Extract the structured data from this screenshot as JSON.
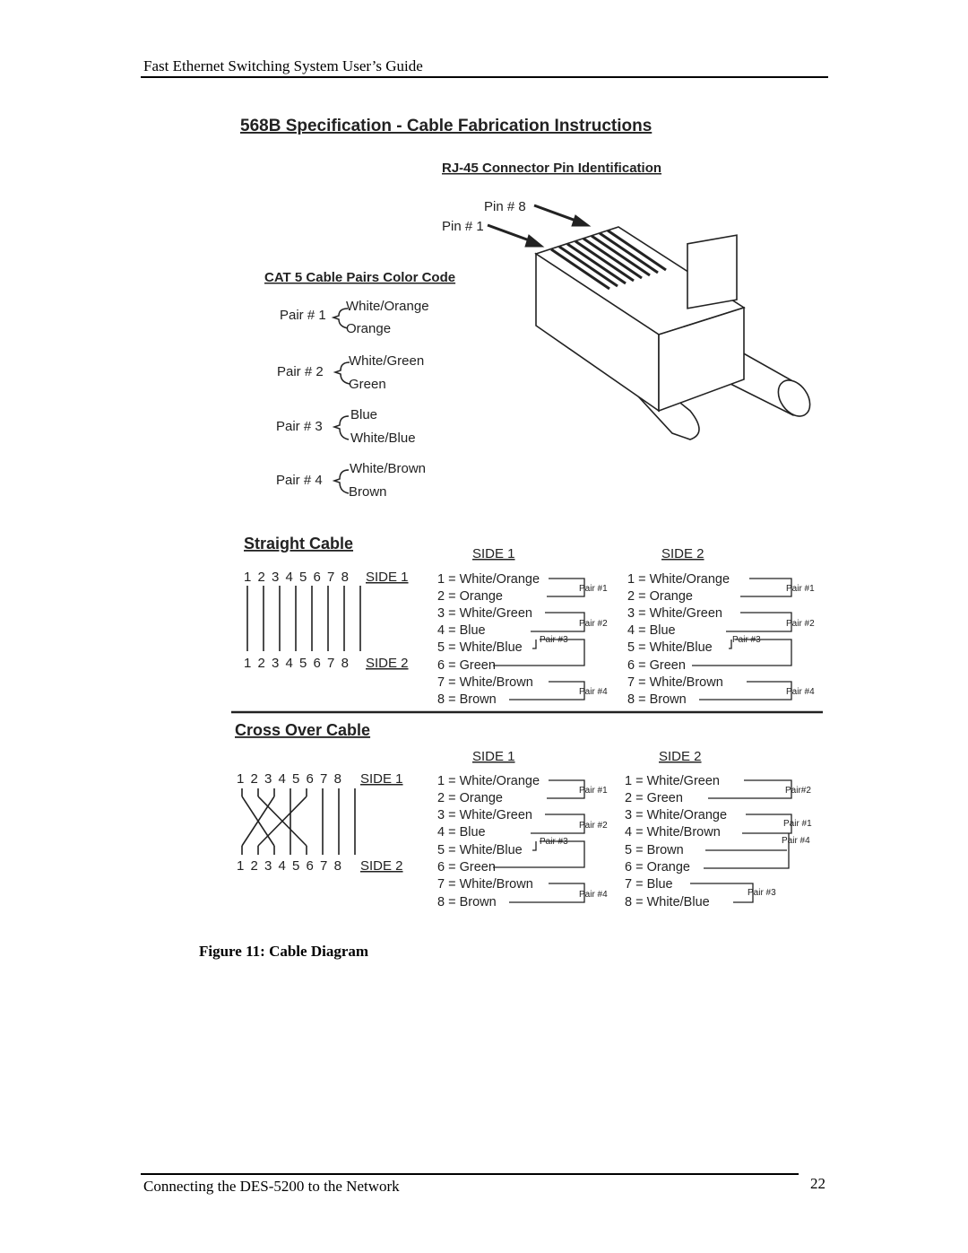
{
  "header": {
    "title": "Fast Ethernet Switching System User’s Guide"
  },
  "figure": {
    "title": "568B Specification - Cable Fabrication Instructions",
    "connector_title": "RJ-45 Connector Pin Identification",
    "pin8": "Pin # 8",
    "pin1": "Pin # 1",
    "color_code_title": "CAT 5 Cable Pairs Color Code",
    "pairs": [
      {
        "label": "Pair # 1",
        "a": "White/Orange",
        "b": "Orange"
      },
      {
        "label": "Pair # 2",
        "a": "White/Green",
        "b": "Green"
      },
      {
        "label": "Pair # 3",
        "a": "Blue",
        "b": "White/Blue"
      },
      {
        "label": "Pair # 4",
        "a": "White/Brown",
        "b": "Brown"
      }
    ],
    "straight": {
      "title": "Straight Cable",
      "pins": "1 2 3 4 5 6 7 8",
      "side1_label": "SIDE 1",
      "side2_label": "SIDE 2",
      "side1_header": "SIDE 1",
      "side2_header": "SIDE 2",
      "side1": [
        "1 = White/Orange",
        "2 = Orange",
        "3 = White/Green",
        "4 = Blue",
        "5 = White/Blue",
        "6 = Green",
        "7 = White/Brown",
        "8 = Brown"
      ],
      "side2": [
        "1 = White/Orange",
        "2 = Orange",
        "3 = White/Green",
        "4 = Blue",
        "5 = White/Blue",
        "6 = Green",
        "7 = White/Brown",
        "8 = Brown"
      ],
      "side1_pairs": [
        "Pair #1",
        "Pair #2",
        "Pair #3",
        "Pair #4"
      ],
      "side2_pairs": [
        "Pair #1",
        "Pair #2",
        "Pair #3",
        "Pair #4"
      ]
    },
    "crossover": {
      "title": "Cross Over Cable",
      "pins": "1 2 3 4 5 6 7 8",
      "side1_label": "SIDE 1",
      "side2_label": "SIDE 2",
      "side1_header": "SIDE 1",
      "side2_header": "SIDE 2",
      "side1": [
        "1 = White/Orange",
        "2 = Orange",
        "3 = White/Green",
        "4 = Blue",
        "5 = White/Blue",
        "6 = Green",
        "7 = White/Brown",
        "8 = Brown"
      ],
      "side2": [
        "1 = White/Green",
        "2 = Green",
        "3 = White/Orange",
        "4 = White/Brown",
        "5 = Brown",
        "6 = Orange",
        "7 =  Blue",
        "8 = White/Blue"
      ],
      "side1_pairs": [
        "Pair #1",
        "Pair #2",
        "Pair #3",
        "Pair #4"
      ],
      "side2_pairs": [
        "Pair#2",
        "Pair #1",
        "Pair #4",
        "Pair #3"
      ]
    }
  },
  "caption": "Figure 11: Cable Diagram",
  "footer": {
    "title": "Connecting the DES-5200 to the Network",
    "page_number": "22"
  }
}
